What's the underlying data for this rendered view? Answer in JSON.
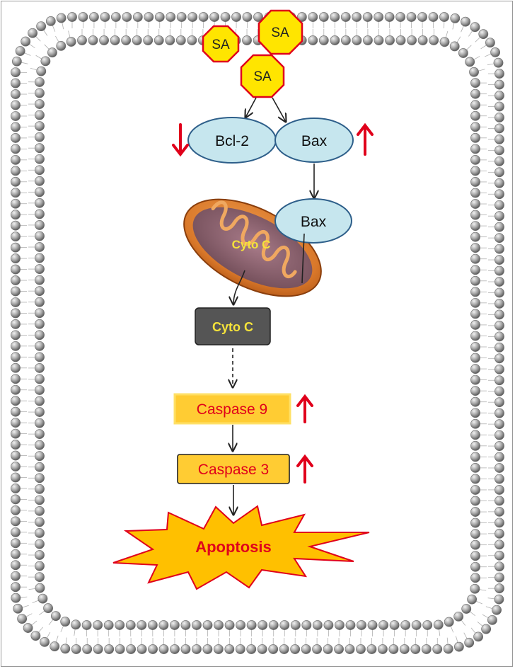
{
  "sa_molecules": [
    "SA",
    "SA",
    "SA"
  ],
  "proteins": {
    "bcl2": "Bcl-2",
    "bax_cytosol": "Bax",
    "bax_mito": "Bax"
  },
  "cyto_c": {
    "in_mitochondrion": "Cyto C",
    "released": "Cyto C"
  },
  "caspases": {
    "caspase9": "Caspase 9",
    "caspase3": "Caspase 3"
  },
  "outcome": "Apoptosis",
  "regulation": {
    "bcl2": "down",
    "bax": "up",
    "caspase9": "up",
    "caspase3": "up"
  },
  "colors": {
    "sa_fill": "#ffe500",
    "sa_border": "#e0001b",
    "protein_fill": "#c6e6ee",
    "protein_border": "#2e5f8a",
    "arrow_red": "#e0001b",
    "cytoc_box": "#555555",
    "cytoc_text": "#f5e33a",
    "caspase_fill": "#ffcc33",
    "caspase_text": "#e0001b",
    "apoptosis_fill": "#ffc000",
    "membrane_bead": "#9c9c9c"
  }
}
